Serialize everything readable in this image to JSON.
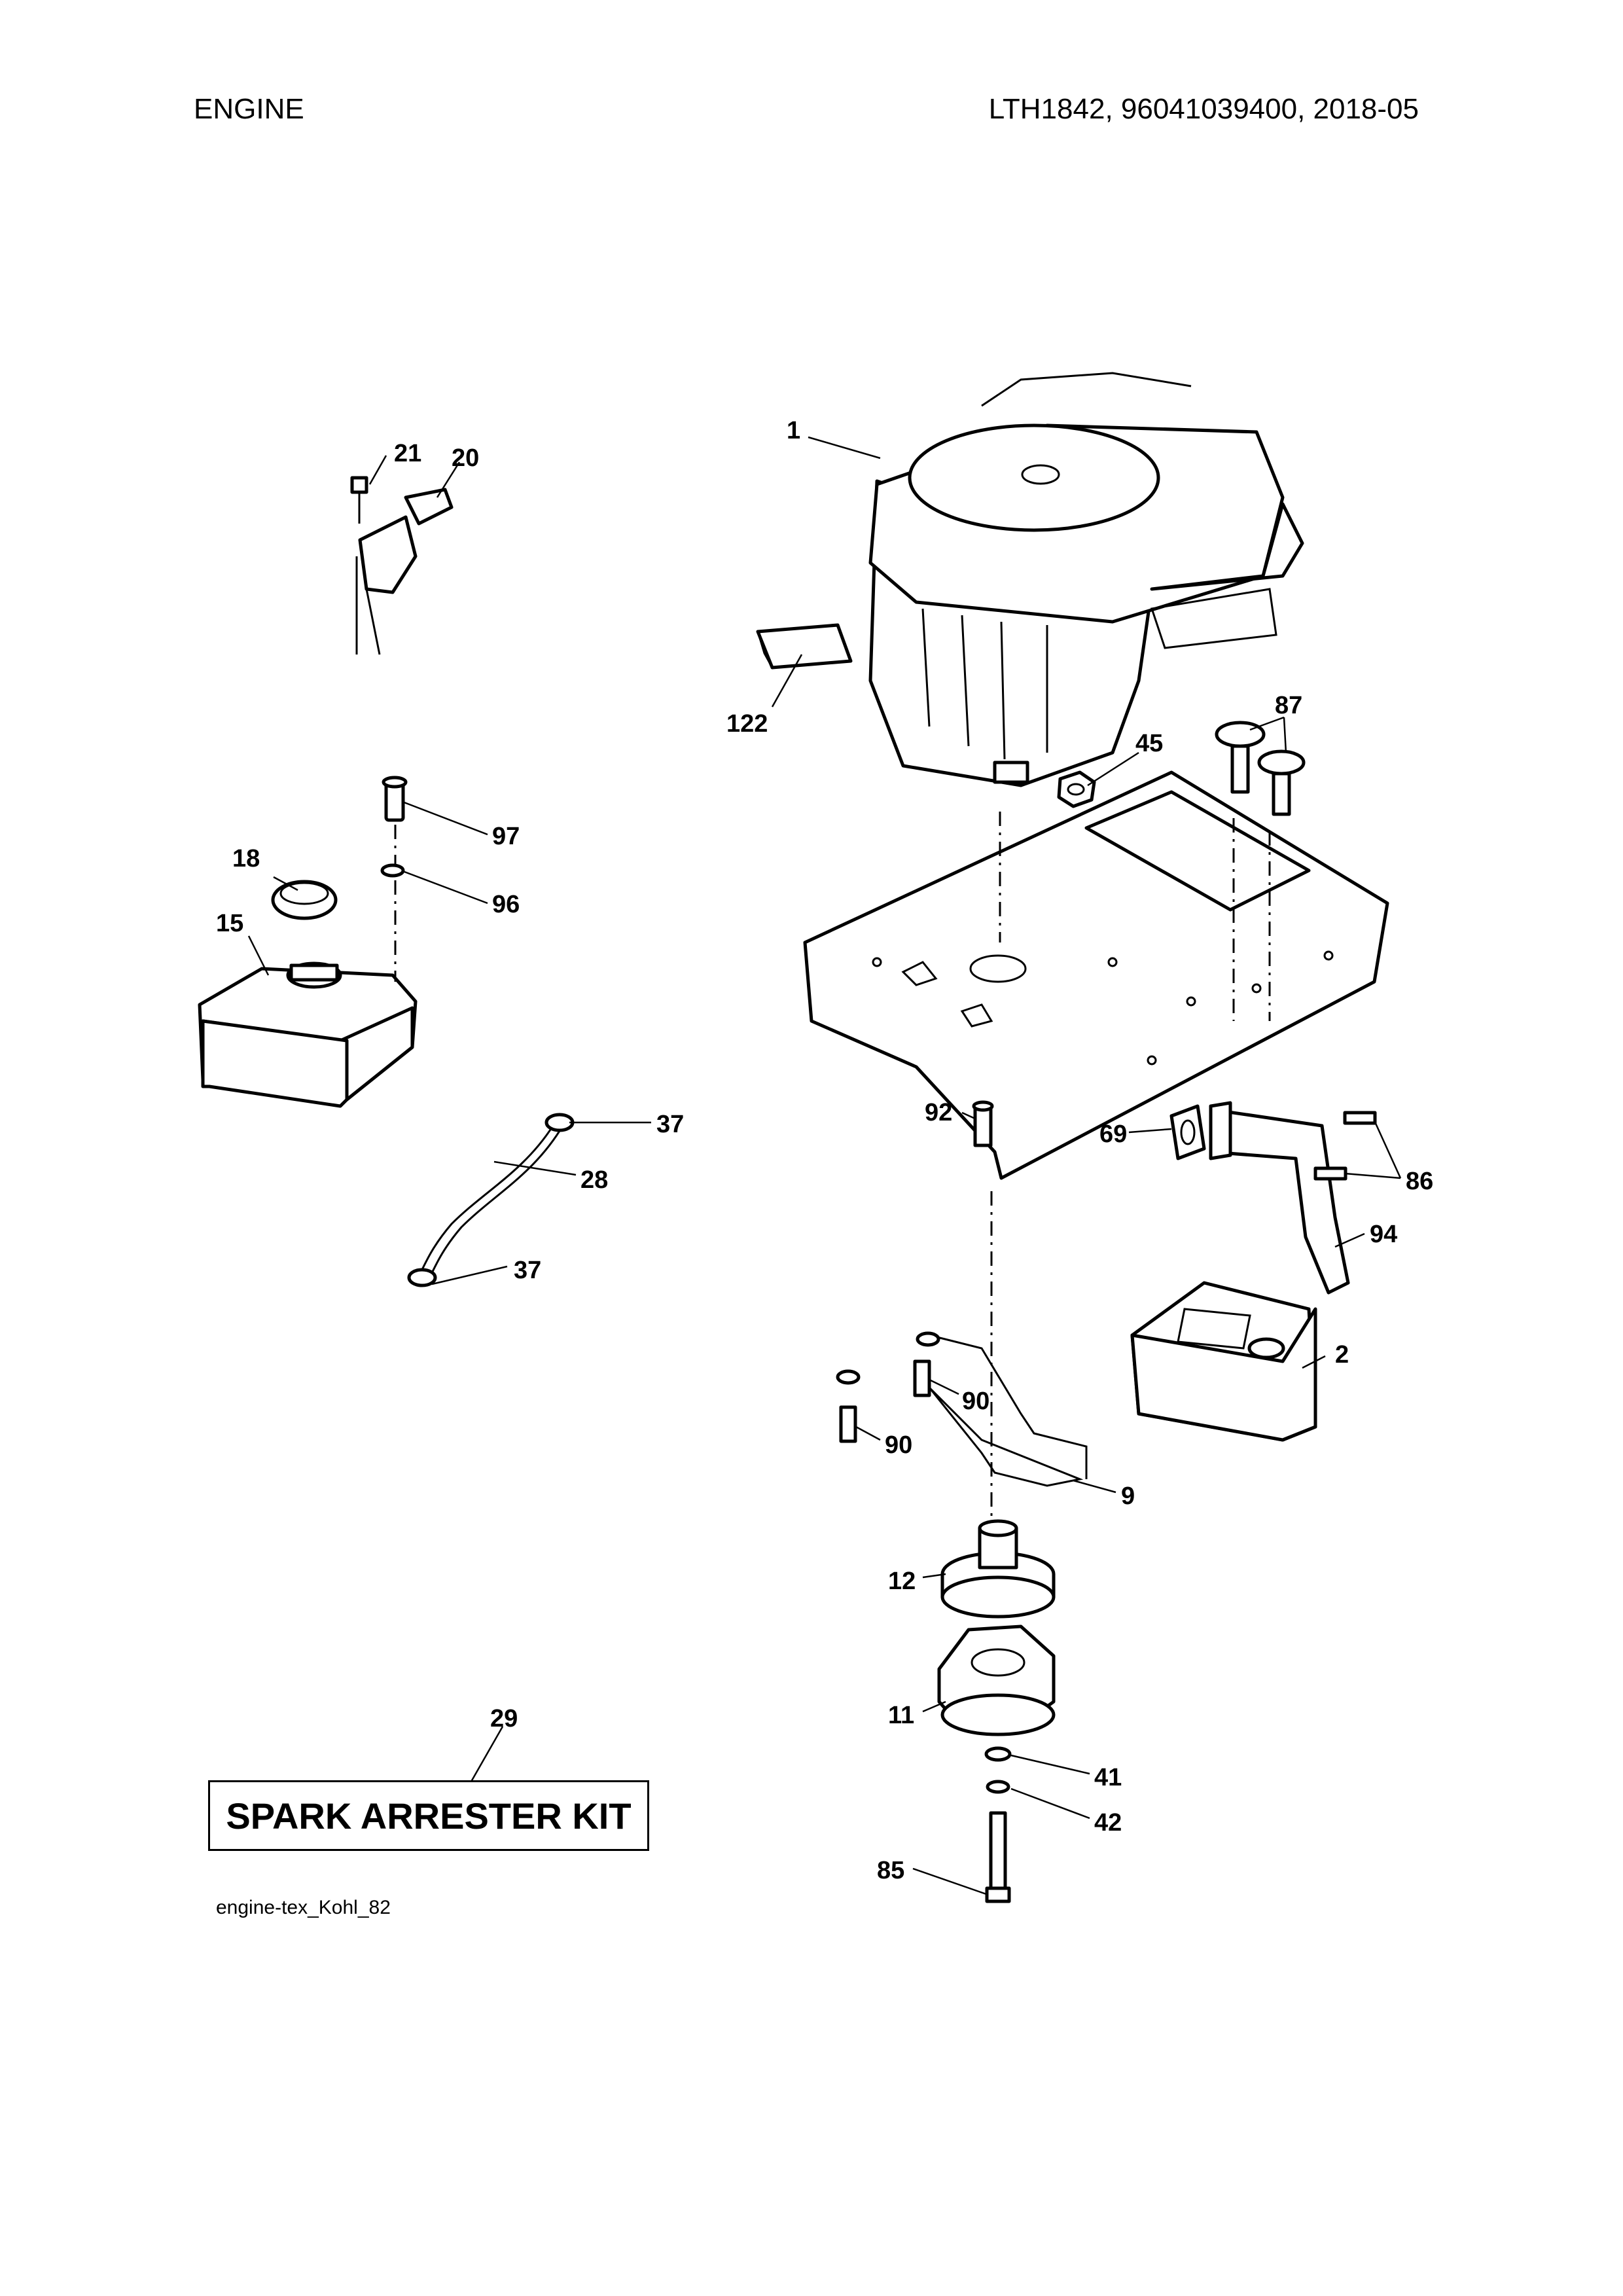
{
  "header": {
    "section": "ENGINE",
    "model_info": "LTH1842, 96041039400, 2018-05"
  },
  "callouts": {
    "c1": "1",
    "c2": "2",
    "c9": "9",
    "c11": "11",
    "c12": "12",
    "c15": "15",
    "c18": "18",
    "c20": "20",
    "c21": "21",
    "c28": "28",
    "c29": "29",
    "c37a": "37",
    "c37b": "37",
    "c41": "41",
    "c42": "42",
    "c45": "45",
    "c69": "69",
    "c85": "85",
    "c86": "86",
    "c87": "87",
    "c90a": "90",
    "c90b": "90",
    "c92": "92",
    "c94": "94",
    "c96": "96",
    "c97": "97",
    "c122": "122"
  },
  "kit_label": "SPARK ARRESTER KIT",
  "drawing_ref": "engine-tex_Kohl_82"
}
